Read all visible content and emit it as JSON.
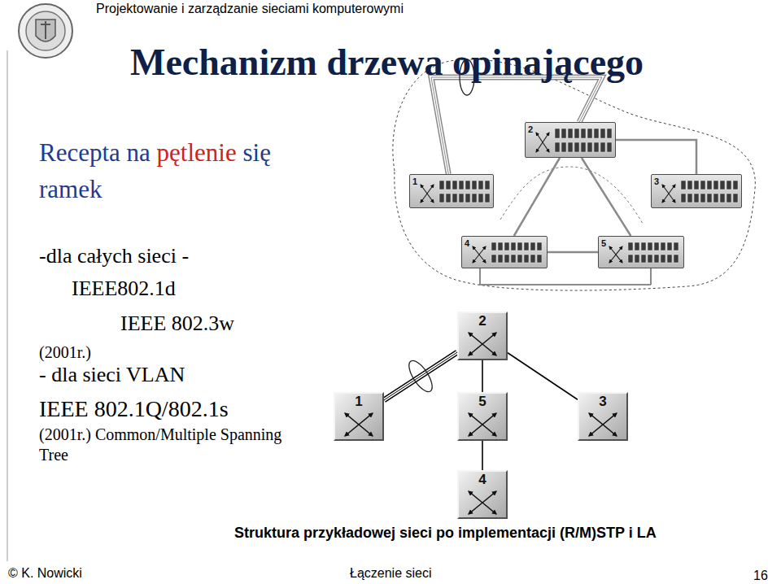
{
  "diagram": {
    "title": "Mechanizm drzewa opinającego",
    "caption": "Struktura przykładowej sieci po implementacji (R/M)STP i LA",
    "nodes": [
      {
        "text": [
          "2"
        ]
      },
      {
        "text": [
          "1"
        ]
      },
      {
        "text": [
          "3"
        ]
      },
      {
        "text": [
          "4"
        ]
      },
      {
        "text": [
          "5"
        ]
      },
      {
        "text": [
          "2"
        ]
      },
      {
        "text": [
          "1"
        ]
      },
      {
        "text": [
          "5"
        ]
      },
      {
        "text": [
          "3"
        ]
      },
      {
        "text": [
          "4"
        ]
      }
    ],
    "edges": [
      {
        "from": 1,
        "to": 0,
        "arrow": "none"
      },
      {
        "from": 0,
        "to": 2,
        "arrow": "none"
      },
      {
        "from": 0,
        "to": 3,
        "arrow": "none"
      },
      {
        "from": 0,
        "to": 4,
        "arrow": "none"
      },
      {
        "from": 3,
        "to": 4,
        "arrow": "none"
      },
      {
        "from": 6,
        "to": 5,
        "arrow": "none"
      },
      {
        "from": 5,
        "to": 7,
        "arrow": "none"
      },
      {
        "from": 5,
        "to": 8,
        "arrow": "none"
      },
      {
        "from": 7,
        "to": 9,
        "arrow": "none"
      }
    ],
    "labels": [
      "Projektowanie i zarządzanie sieciami komputerowymi",
      "Recepta na",
      "pętlenie",
      "się ramek",
      "-dla całych sieci -",
      "IEEE802.1d",
      "IEEE 802.3w",
      "(2001r.)",
      "- dla sieci VLAN",
      "IEEE 802.1Q/802.1s",
      "(2001r.) Common/Multiple Spanning Tree",
      "© K. Nowicki",
      "Łączenie sieci",
      "16"
    ]
  }
}
